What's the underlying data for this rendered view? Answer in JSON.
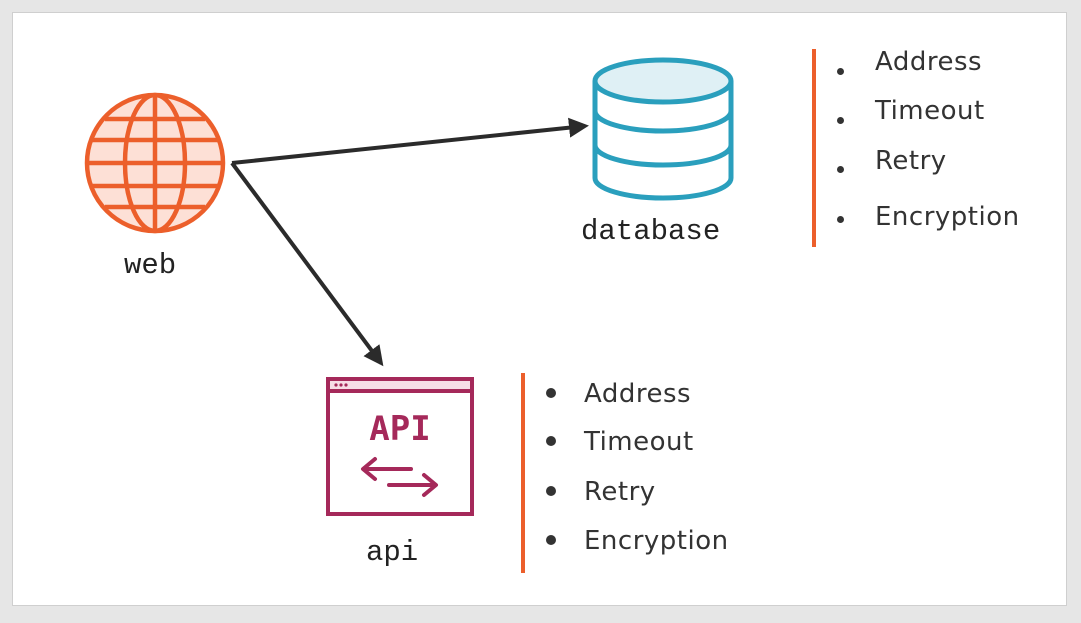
{
  "nodes": {
    "web": {
      "label": "web"
    },
    "database": {
      "label": "database"
    },
    "api": {
      "label": "api",
      "icon_text": "API"
    }
  },
  "database_properties": [
    "Address",
    "Timeout",
    "Retry",
    "Encryption"
  ],
  "api_properties": [
    "Address",
    "Timeout",
    "Retry",
    "Encryption"
  ],
  "colors": {
    "web": "#ec5f2b",
    "web_fill": "#fde0d6",
    "database": "#2a9fbd",
    "database_fill": "#dff0f5",
    "api": "#a5295a",
    "api_fill": "#f6dde6",
    "arrow": "#2b2b2b",
    "accent_bar": "#ec5f2b"
  },
  "icons": [
    "globe-icon",
    "database-icon",
    "api-window-icon"
  ]
}
